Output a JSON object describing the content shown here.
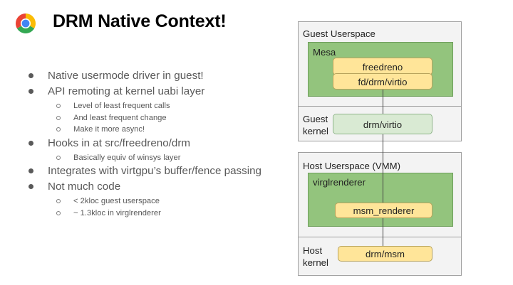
{
  "slide": {
    "title": "DRM Native Context!"
  },
  "bullets": [
    {
      "text": "Native usermode driver in guest!",
      "children": []
    },
    {
      "text": "API remoting at kernel uabi layer",
      "children": [
        "Level of least frequent calls",
        "And least frequent change",
        "Make it more async!"
      ]
    },
    {
      "text": "Hooks in at src/freedreno/drm",
      "children": [
        "Basically equiv of winsys layer"
      ]
    },
    {
      "text": "Integrates with virtgpu’s buffer/fence passing",
      "children": []
    },
    {
      "text": "Not much code",
      "children": [
        "< 2kloc guest userspace",
        "~ 1.3kloc in virglrenderer"
      ]
    }
  ],
  "diagram": {
    "guest_userspace": {
      "label": "Guest Userspace",
      "group": "Mesa",
      "components": [
        "freedreno",
        "fd/drm/virtio"
      ]
    },
    "guest_kernel": {
      "label_line1": "Guest",
      "label_line2": "kernel",
      "component": "drm/virtio"
    },
    "host_userspace": {
      "label": "Host Userspace (VMM)",
      "group": "virglrenderer",
      "component": "msm_renderer"
    },
    "host_kernel": {
      "label_line1": "Host",
      "label_line2": "kernel",
      "component": "drm/msm"
    }
  },
  "colors": {
    "green": "#93c47d",
    "yellow": "#ffe599",
    "light_green": "#d9ead3",
    "section_bg": "#f3f3f3"
  },
  "icons": {
    "logo": "chrome-logo-icon"
  }
}
